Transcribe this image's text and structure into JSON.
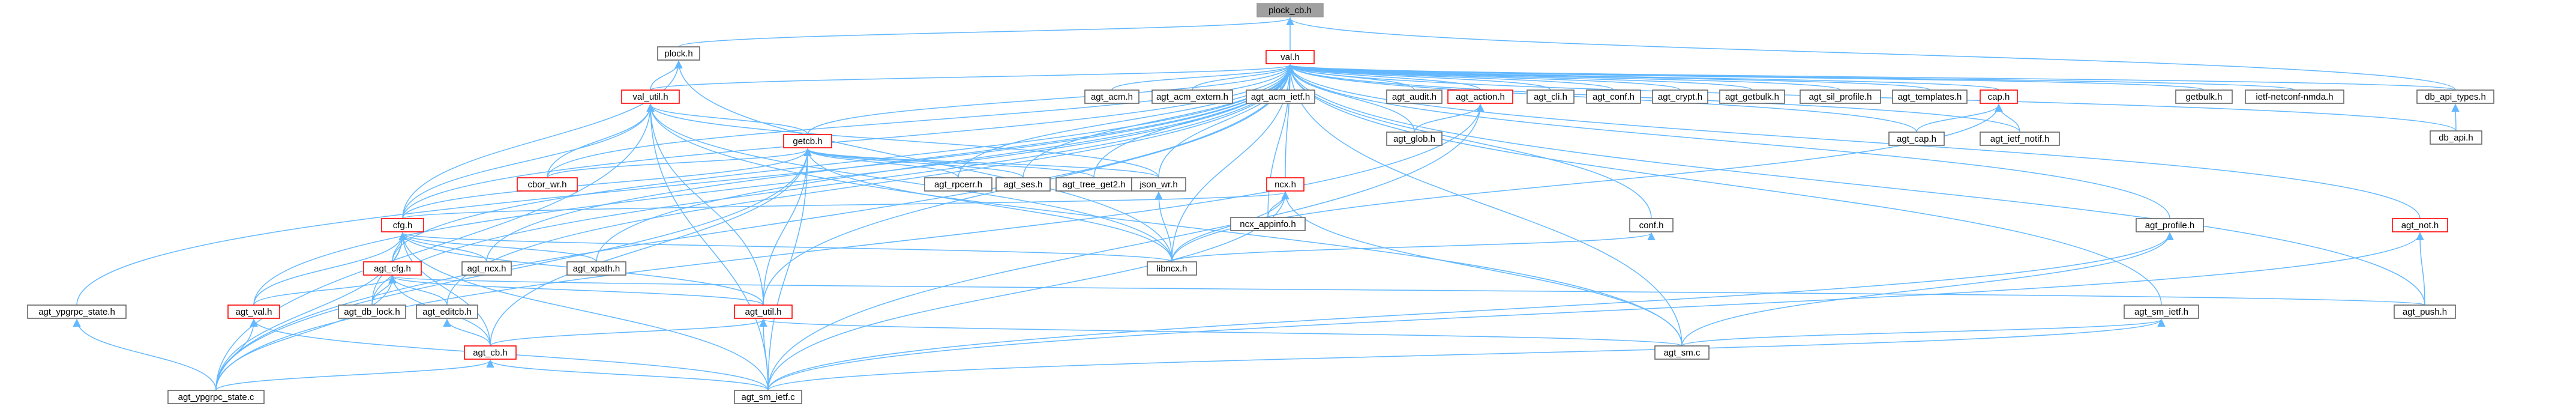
{
  "diagram": {
    "root": "plock_cb.h",
    "nodes": [
      {
        "id": "plock_cb",
        "label": "plock_cb.h",
        "style": "root"
      },
      {
        "id": "plock",
        "label": "plock.h",
        "style": "normal"
      },
      {
        "id": "val",
        "label": "val.h",
        "style": "red"
      },
      {
        "id": "val_util",
        "label": "val_util.h",
        "style": "red"
      },
      {
        "id": "agt_acm",
        "label": "agt_acm.h",
        "style": "normal"
      },
      {
        "id": "agt_acm_extern",
        "label": "agt_acm_extern.h",
        "style": "normal"
      },
      {
        "id": "agt_acm_ietf",
        "label": "agt_acm_ietf.h",
        "style": "normal"
      },
      {
        "id": "agt_audit",
        "label": "agt_audit.h",
        "style": "normal"
      },
      {
        "id": "agt_action",
        "label": "agt_action.h",
        "style": "red"
      },
      {
        "id": "agt_cli",
        "label": "agt_cli.h",
        "style": "normal"
      },
      {
        "id": "agt_conf",
        "label": "agt_conf.h",
        "style": "normal"
      },
      {
        "id": "agt_crypt",
        "label": "agt_crypt.h",
        "style": "normal"
      },
      {
        "id": "agt_getbulk",
        "label": "agt_getbulk.h",
        "style": "normal"
      },
      {
        "id": "agt_sil_profile",
        "label": "agt_sil_profile.h",
        "style": "normal"
      },
      {
        "id": "agt_templates",
        "label": "agt_templates.h",
        "style": "normal"
      },
      {
        "id": "cap",
        "label": "cap.h",
        "style": "red"
      },
      {
        "id": "getbulk",
        "label": "getbulk.h",
        "style": "normal"
      },
      {
        "id": "ietf_netconf_nmda",
        "label": "ietf-netconf-nmda.h",
        "style": "normal"
      },
      {
        "id": "db_api_types",
        "label": "db_api_types.h",
        "style": "normal"
      },
      {
        "id": "db_api",
        "label": "db_api.h",
        "style": "normal"
      },
      {
        "id": "agt_glob",
        "label": "agt_glob.h",
        "style": "normal"
      },
      {
        "id": "agt_cap",
        "label": "agt_cap.h",
        "style": "normal"
      },
      {
        "id": "agt_ietf_notif",
        "label": "agt_ietf_notif.h",
        "style": "normal"
      },
      {
        "id": "getcb",
        "label": "getcb.h",
        "style": "red"
      },
      {
        "id": "cbor_wr",
        "label": "cbor_wr.h",
        "style": "red"
      },
      {
        "id": "agt_rpcerr",
        "label": "agt_rpcerr.h",
        "style": "normal"
      },
      {
        "id": "agt_ses",
        "label": "agt_ses.h",
        "style": "normal"
      },
      {
        "id": "agt_tree_get2",
        "label": "agt_tree_get2.h",
        "style": "normal"
      },
      {
        "id": "json_wr",
        "label": "json_wr.h",
        "style": "normal"
      },
      {
        "id": "ncx",
        "label": "ncx.h",
        "style": "red"
      },
      {
        "id": "ncx_appinfo",
        "label": "ncx_appinfo.h",
        "style": "normal"
      },
      {
        "id": "cfg",
        "label": "cfg.h",
        "style": "red"
      },
      {
        "id": "agt_ncx",
        "label": "agt_ncx.h",
        "style": "normal"
      },
      {
        "id": "agt_xpath",
        "label": "agt_xpath.h",
        "style": "normal"
      },
      {
        "id": "libncx",
        "label": "libncx.h",
        "style": "normal"
      },
      {
        "id": "conf",
        "label": "conf.h",
        "style": "normal"
      },
      {
        "id": "agt_profile",
        "label": "agt_profile.h",
        "style": "normal"
      },
      {
        "id": "agt_not",
        "label": "agt_not.h",
        "style": "red"
      },
      {
        "id": "agt_cfg",
        "label": "agt_cfg.h",
        "style": "red"
      },
      {
        "id": "agt_val",
        "label": "agt_val.h",
        "style": "red"
      },
      {
        "id": "agt_db_lock",
        "label": "agt_db_lock.h",
        "style": "normal"
      },
      {
        "id": "agt_editcb",
        "label": "agt_editcb.h",
        "style": "normal"
      },
      {
        "id": "agt_util",
        "label": "agt_util.h",
        "style": "red"
      },
      {
        "id": "agt_sm_ietf_h",
        "label": "agt_sm_ietf.h",
        "style": "normal"
      },
      {
        "id": "agt_push",
        "label": "agt_push.h",
        "style": "normal"
      },
      {
        "id": "agt_ypgrpc_state_h",
        "label": "agt_ypgrpc_state.h",
        "style": "normal"
      },
      {
        "id": "agt_cb",
        "label": "agt_cb.h",
        "style": "red"
      },
      {
        "id": "agt_sm_c",
        "label": "agt_sm.c",
        "style": "normal"
      },
      {
        "id": "agt_ypgrpc_state_c",
        "label": "agt_ypgrpc_state.c",
        "style": "normal"
      },
      {
        "id": "agt_sm_ietf_c",
        "label": "agt_sm_ietf.c",
        "style": "normal"
      }
    ],
    "edges": [
      [
        "plock",
        "plock_cb"
      ],
      [
        "val",
        "plock_cb"
      ],
      [
        "db_api_types",
        "plock_cb"
      ],
      [
        "val_util",
        "plock"
      ],
      [
        "libncx",
        "plock"
      ],
      [
        "cfg",
        "plock"
      ],
      [
        "agt_acm",
        "val"
      ],
      [
        "agt_acm_extern",
        "val"
      ],
      [
        "agt_acm_ietf",
        "val"
      ],
      [
        "agt_audit",
        "val"
      ],
      [
        "agt_action",
        "val"
      ],
      [
        "agt_cli",
        "val"
      ],
      [
        "agt_conf",
        "val"
      ],
      [
        "agt_crypt",
        "val"
      ],
      [
        "agt_getbulk",
        "val"
      ],
      [
        "agt_sil_profile",
        "val"
      ],
      [
        "agt_templates",
        "val"
      ],
      [
        "cap",
        "val"
      ],
      [
        "getbulk",
        "val"
      ],
      [
        "ietf_netconf_nmda",
        "val"
      ],
      [
        "db_api_types",
        "val"
      ],
      [
        "val_util",
        "val"
      ],
      [
        "getcb",
        "val"
      ],
      [
        "cbor_wr",
        "val"
      ],
      [
        "agt_rpcerr",
        "val"
      ],
      [
        "agt_ses",
        "val"
      ],
      [
        "agt_tree_get2",
        "val"
      ],
      [
        "json_wr",
        "val"
      ],
      [
        "ncx",
        "val"
      ],
      [
        "ncx_appinfo",
        "val"
      ],
      [
        "libncx",
        "val"
      ],
      [
        "conf",
        "val"
      ],
      [
        "agt_profile",
        "val"
      ],
      [
        "agt_not",
        "val"
      ],
      [
        "cfg",
        "val"
      ],
      [
        "agt_cfg",
        "val"
      ],
      [
        "agt_val",
        "val"
      ],
      [
        "agt_db_lock",
        "val"
      ],
      [
        "agt_editcb",
        "val"
      ],
      [
        "agt_util",
        "val"
      ],
      [
        "agt_xpath",
        "val"
      ],
      [
        "agt_ncx",
        "val"
      ],
      [
        "agt_glob",
        "val"
      ],
      [
        "agt_cap",
        "val"
      ],
      [
        "agt_ietf_notif",
        "val"
      ],
      [
        "agt_sm_ietf_h",
        "val"
      ],
      [
        "agt_sm_c",
        "val"
      ],
      [
        "agt_ypgrpc_state_h",
        "val"
      ],
      [
        "agt_ypgrpc_state_c",
        "val"
      ],
      [
        "agt_push",
        "val"
      ],
      [
        "db_api",
        "val"
      ],
      [
        "getcb",
        "val_util"
      ],
      [
        "cfg",
        "val_util"
      ],
      [
        "cbor_wr",
        "val_util"
      ],
      [
        "json_wr",
        "val_util"
      ],
      [
        "libncx",
        "val_util"
      ],
      [
        "agt_util",
        "val_util"
      ],
      [
        "agt_sm_ietf_c",
        "val_util"
      ],
      [
        "agt_ypgrpc_state_c",
        "val_util"
      ],
      [
        "agt_sm_c",
        "val_util"
      ],
      [
        "agt_glob",
        "agt_action"
      ],
      [
        "agt_sm_ietf_c",
        "agt_action"
      ],
      [
        "agt_ypgrpc_state_c",
        "agt_action"
      ],
      [
        "agt_cap",
        "cap"
      ],
      [
        "agt_ietf_notif",
        "cap"
      ],
      [
        "libncx",
        "cap"
      ],
      [
        "db_api",
        "db_api_types"
      ],
      [
        "cbor_wr",
        "getcb"
      ],
      [
        "agt_rpcerr",
        "getcb"
      ],
      [
        "agt_ses",
        "getcb"
      ],
      [
        "agt_tree_get2",
        "getcb"
      ],
      [
        "json_wr",
        "getcb"
      ],
      [
        "libncx",
        "getcb"
      ],
      [
        "agt_util",
        "getcb"
      ],
      [
        "agt_cb",
        "getcb"
      ],
      [
        "agt_sm_ietf_c",
        "getcb"
      ],
      [
        "agt_ypgrpc_state_c",
        "getcb"
      ],
      [
        "cfg",
        "getcb"
      ],
      [
        "libncx",
        "json_wr"
      ],
      [
        "ncx_appinfo",
        "ncx"
      ],
      [
        "libncx",
        "ncx"
      ],
      [
        "agt_sm_c",
        "ncx"
      ],
      [
        "agt_sm_ietf_c",
        "ncx"
      ],
      [
        "cfg",
        "ncx"
      ],
      [
        "agt_ncx",
        "cfg"
      ],
      [
        "agt_xpath",
        "cfg"
      ],
      [
        "libncx",
        "cfg"
      ],
      [
        "agt_cfg",
        "cfg"
      ],
      [
        "agt_val",
        "cfg"
      ],
      [
        "agt_util",
        "cfg"
      ],
      [
        "agt_cb",
        "cfg"
      ],
      [
        "agt_sm_ietf_c",
        "cfg"
      ],
      [
        "agt_ypgrpc_state_c",
        "cfg"
      ],
      [
        "agt_db_lock",
        "cfg"
      ],
      [
        "libncx",
        "conf"
      ],
      [
        "agt_sm_c",
        "agt_profile"
      ],
      [
        "agt_push",
        "agt_not"
      ],
      [
        "agt_val",
        "agt_cfg"
      ],
      [
        "agt_db_lock",
        "agt_cfg"
      ],
      [
        "agt_editcb",
        "agt_cfg"
      ],
      [
        "agt_util",
        "agt_cfg"
      ],
      [
        "agt_cb",
        "agt_cfg"
      ],
      [
        "agt_push",
        "agt_cfg"
      ],
      [
        "agt_ypgrpc_state_c",
        "agt_cfg"
      ],
      [
        "agt_ypgrpc_state_c",
        "agt_val"
      ],
      [
        "agt_sm_ietf_c",
        "agt_val"
      ],
      [
        "agt_cb",
        "agt_editcb"
      ],
      [
        "agt_sm_c",
        "agt_util"
      ],
      [
        "agt_sm_ietf_c",
        "agt_util"
      ],
      [
        "agt_cb",
        "agt_util"
      ],
      [
        "agt_sm_c",
        "agt_sm_ietf_h"
      ],
      [
        "agt_sm_ietf_c",
        "agt_sm_ietf_h"
      ],
      [
        "agt_ypgrpc_state_c",
        "agt_ypgrpc_state_h"
      ],
      [
        "agt_ypgrpc_state_c",
        "agt_cb"
      ],
      [
        "agt_sm_ietf_c",
        "agt_cb"
      ],
      [
        "agt_sm_ietf_c",
        "agt_profile"
      ],
      [
        "agt_sm_ietf_c",
        "agt_not"
      ]
    ]
  }
}
